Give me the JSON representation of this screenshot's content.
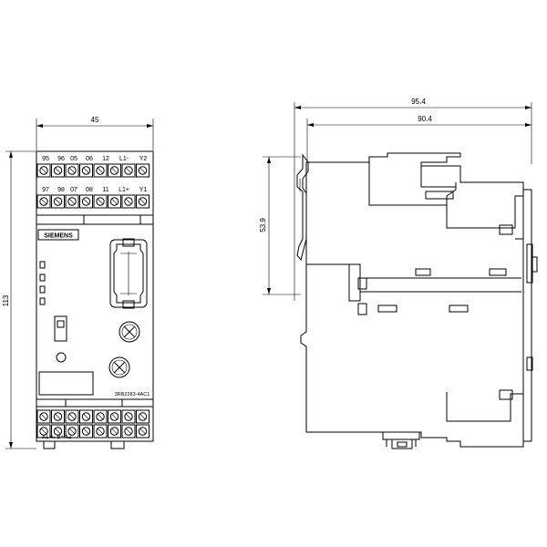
{
  "dimensions": {
    "front_width": "45",
    "front_height": "113",
    "side_total_depth": "95.4",
    "side_depth": "90.4",
    "side_rail_height": "53.9"
  },
  "front_view": {
    "top_terminal_labels_row1": [
      "95",
      "96",
      "05",
      "06",
      "12",
      "L1-",
      "Y2"
    ],
    "top_terminal_labels_row2": [
      "97",
      "98",
      "07",
      "08",
      "11",
      "L1+",
      "Y1"
    ],
    "logo_text": "SIEMENS",
    "part_number": "3RB2283-4AC1",
    "bottom_label": "A1 A- B+ A2"
  },
  "colors": {
    "line": "#000000",
    "background": "#ffffff"
  }
}
